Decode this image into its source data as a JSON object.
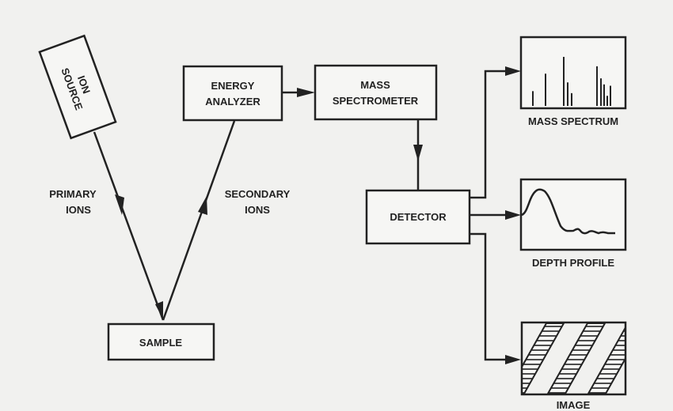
{
  "diagram": {
    "colors": {
      "ink": "#222222",
      "paper": "#f1f1ef"
    },
    "nodes": {
      "ion_source": {
        "line1": "ION",
        "line2": "SOURCE"
      },
      "energy_analyzer": {
        "line1": "ENERGY",
        "line2": "ANALYZER"
      },
      "mass_spectrometer": {
        "line1": "MASS",
        "line2": "SPECTROMETER"
      },
      "detector": {
        "label": "DETECTOR"
      },
      "sample": {
        "label": "SAMPLE"
      }
    },
    "edge_labels": {
      "primary": {
        "line1": "PRIMARY",
        "line2": "IONS"
      },
      "secondary": {
        "line1": "SECONDARY",
        "line2": "IONS"
      }
    },
    "outputs": {
      "mass_spectrum": {
        "label": "MASS SPECTRUM",
        "peak_heights": [
          0.22,
          0.48,
          0.73,
          0.35,
          0.19,
          0.59,
          0.41,
          0.32,
          0.15,
          0.3
        ]
      },
      "depth_profile": {
        "label": "DEPTH PROFILE"
      },
      "image": {
        "label": "IMAGE"
      }
    },
    "edges": [
      {
        "from": "ion_source",
        "to": "sample",
        "label": "primary"
      },
      {
        "from": "sample",
        "to": "energy_analyzer",
        "label": "secondary"
      },
      {
        "from": "energy_analyzer",
        "to": "mass_spectrometer"
      },
      {
        "from": "mass_spectrometer",
        "to": "detector"
      },
      {
        "from": "detector",
        "to": "mass_spectrum"
      },
      {
        "from": "detector",
        "to": "depth_profile"
      },
      {
        "from": "detector",
        "to": "image"
      }
    ]
  }
}
